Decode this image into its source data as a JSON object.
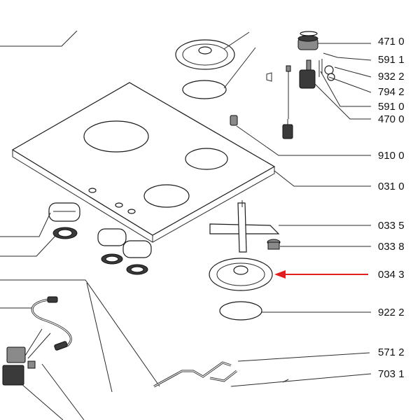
{
  "callouts": [
    {
      "id": "c4710",
      "text": "471 0"
    },
    {
      "id": "c5911",
      "text": "591 1"
    },
    {
      "id": "c9322",
      "text": "932 2"
    },
    {
      "id": "c7942",
      "text": "794 2"
    },
    {
      "id": "c5910",
      "text": "591 0"
    },
    {
      "id": "c4700",
      "text": "470 0"
    },
    {
      "id": "c9100",
      "text": "910 0"
    },
    {
      "id": "c0310",
      "text": "031 0"
    },
    {
      "id": "c0335",
      "text": "033 5"
    },
    {
      "id": "c0338",
      "text": "033 8"
    },
    {
      "id": "c0343",
      "text": "034 3"
    },
    {
      "id": "c9222",
      "text": "922 2"
    },
    {
      "id": "c5712",
      "text": "571 2"
    },
    {
      "id": "c7031",
      "text": "703 1"
    }
  ],
  "highlight": {
    "callout": "034 3",
    "arrow_color": "#e02020"
  }
}
